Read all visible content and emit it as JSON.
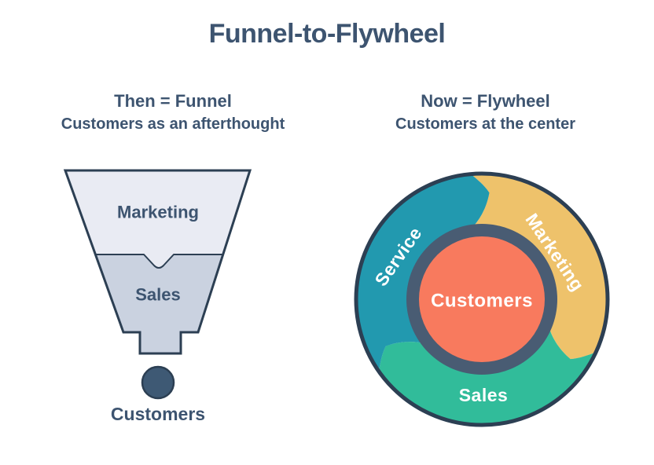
{
  "title": "Funnel-to-Flywheel",
  "funnel_panel": {
    "heading": "Then = Funnel",
    "subheading": "Customers as an afterthought",
    "stages": [
      "Marketing",
      "Sales"
    ],
    "bottom_label": "Customers"
  },
  "flywheel_panel": {
    "heading": "Now = Flywheel",
    "subheading": "Customers at the center",
    "segments": [
      {
        "label": "Service",
        "color": "#2299af"
      },
      {
        "label": "Marketing",
        "color": "#eec26b"
      },
      {
        "label": "Sales",
        "color": "#31bc9a"
      }
    ],
    "center_label": "Customers",
    "center_color": "#f87a5e",
    "ring_color": "#495c73"
  },
  "colors": {
    "navy_text": "#3d5470",
    "outline": "#2c3f53",
    "funnel_top_fill": "#e9ebf3",
    "funnel_bottom_fill": "#cad2e0",
    "customer_dot_fill": "#3e5974"
  }
}
